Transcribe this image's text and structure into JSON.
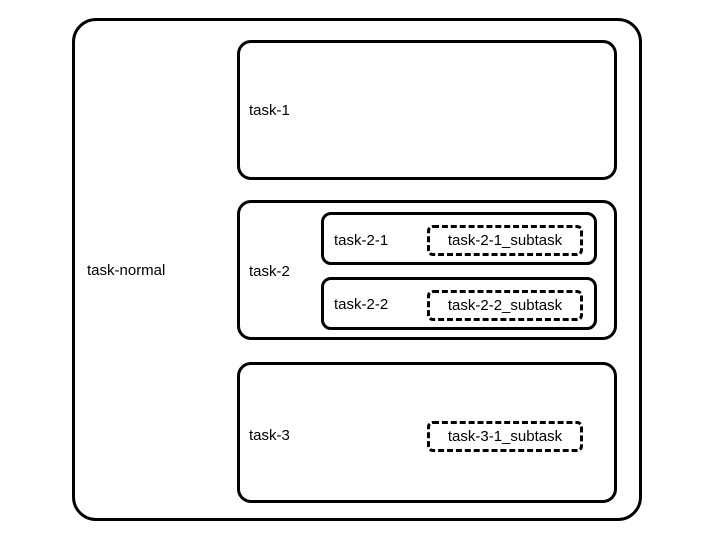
{
  "diagram": {
    "root": {
      "label": "task-normal",
      "children": [
        {
          "label": "task-1",
          "children": []
        },
        {
          "label": "task-2",
          "children": [
            {
              "label": "task-2-1",
              "subtask": "task-2-1_subtask"
            },
            {
              "label": "task-2-2",
              "subtask": "task-2-2_subtask"
            }
          ]
        },
        {
          "label": "task-3",
          "subtask": "task-3-1_subtask"
        }
      ]
    }
  }
}
